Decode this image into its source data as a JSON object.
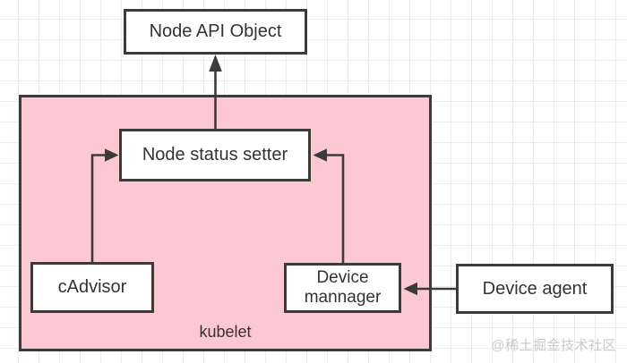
{
  "diagram": {
    "nodes": {
      "node_api_object": {
        "label": "Node API Object"
      },
      "node_status_setter": {
        "label": "Node status setter"
      },
      "cadvisor": {
        "label": "cAdvisor"
      },
      "device_manager": {
        "label": "Device\nmannager"
      },
      "device_agent": {
        "label": "Device agent"
      },
      "kubelet_container": {
        "label": "kubelet"
      }
    },
    "edges": [
      {
        "from": "node_status_setter",
        "to": "node_api_object",
        "style": "arrow-up"
      },
      {
        "from": "cadvisor",
        "to": "node_status_setter",
        "style": "elbow-up-right"
      },
      {
        "from": "device_manager",
        "to": "node_status_setter",
        "style": "elbow-up-left"
      },
      {
        "from": "device_agent",
        "to": "device_manager",
        "style": "arrow-left"
      }
    ],
    "watermark": "@稀土掘金技术社区",
    "colors": {
      "bg": "#ffffff",
      "grid_line": "#ececec",
      "border": "#3b3b3b",
      "text": "#333333",
      "node_fill": "#ffffff",
      "container_fill": "#fcc9d3",
      "watermark": "#c9c9c9"
    }
  }
}
